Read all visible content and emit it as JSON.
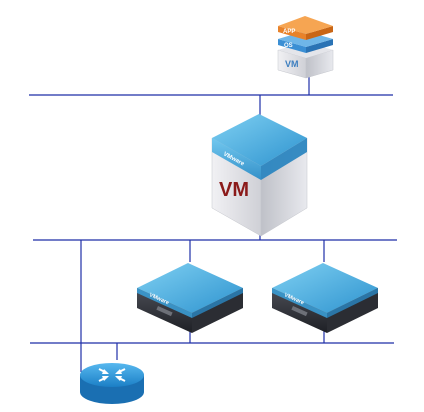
{
  "vm_stack": {
    "app_label": "APP",
    "os_label": "OS",
    "vm_label": "VM"
  },
  "vmware_host": {
    "brand": "VMware",
    "vm_label": "VM"
  },
  "servers": [
    {
      "brand": "VMware"
    },
    {
      "brand": "VMware"
    }
  ],
  "router": {
    "icon": "router-icon"
  },
  "colors": {
    "network_line": "#1f2fa8",
    "app_layer": "#e8822a",
    "os_layer": "#3b8fd4",
    "vm_text": "#8b1a1a",
    "vmware_top": "#49a9dc",
    "router_blue": "#2f9be0"
  }
}
